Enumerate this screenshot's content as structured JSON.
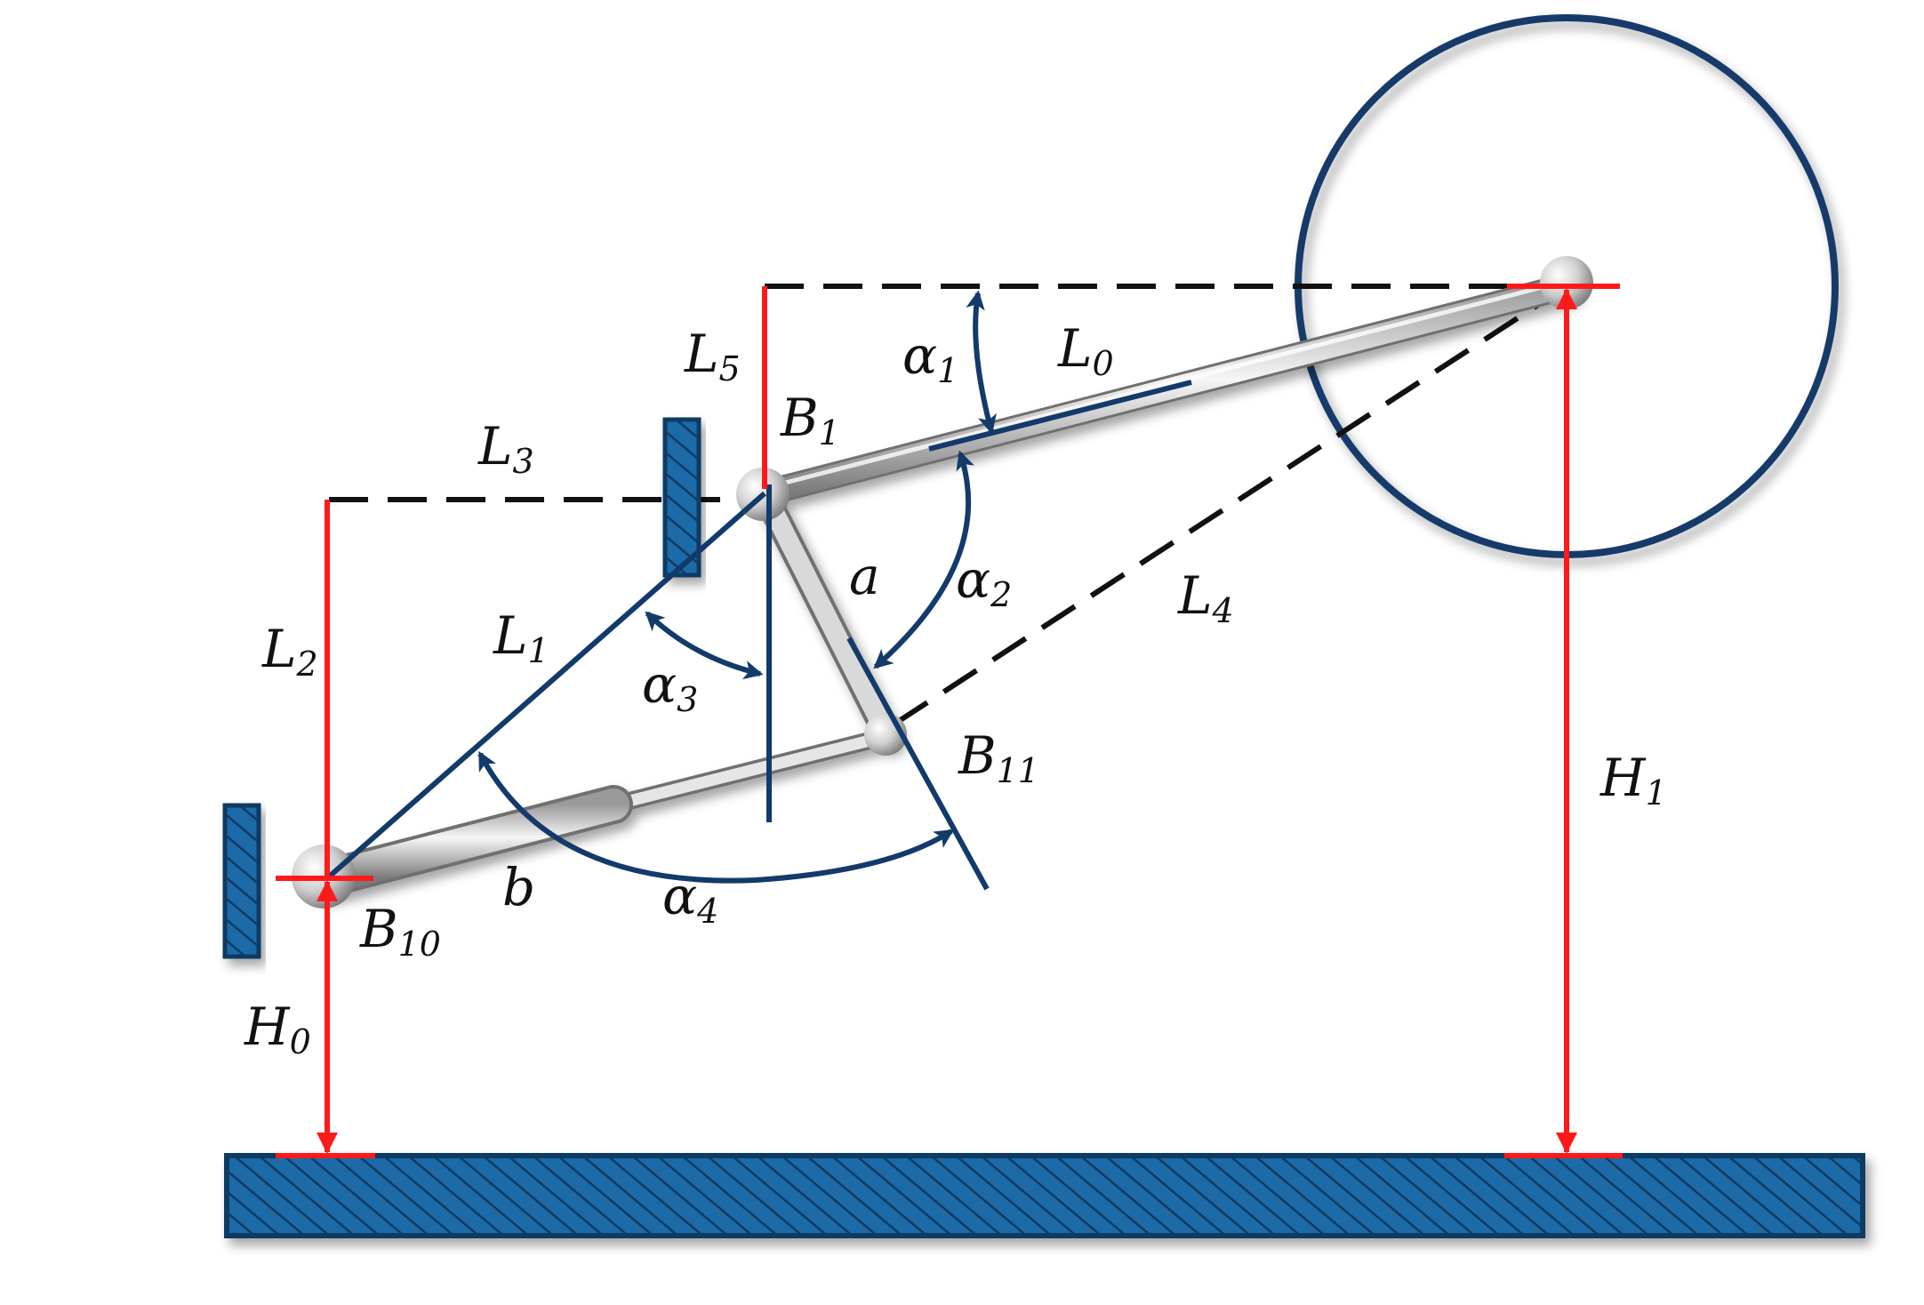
{
  "labels": {
    "L0": {
      "base": "L",
      "sub": "0"
    },
    "L1": {
      "base": "L",
      "sub": "1"
    },
    "L2": {
      "base": "L",
      "sub": "2"
    },
    "L3": {
      "base": "L",
      "sub": "3"
    },
    "L4": {
      "base": "L",
      "sub": "4"
    },
    "L5": {
      "base": "L",
      "sub": "5"
    },
    "B1": {
      "base": "B",
      "sub": "1"
    },
    "B10": {
      "base": "B",
      "sub": "10"
    },
    "B11": {
      "base": "B",
      "sub": "11"
    },
    "H0": {
      "base": "H",
      "sub": "0"
    },
    "H1": {
      "base": "H",
      "sub": "1"
    },
    "alpha1": {
      "base": "α",
      "sub": "1"
    },
    "alpha2": {
      "base": "α",
      "sub": "2"
    },
    "alpha3": {
      "base": "α",
      "sub": "3"
    },
    "alpha4": {
      "base": "α",
      "sub": "4"
    },
    "a": {
      "base": "a",
      "sub": ""
    },
    "b": {
      "base": "b",
      "sub": ""
    }
  },
  "colors": {
    "navy": "#123a6b",
    "red": "#ff1a1a",
    "hatch_fill": "#1e6aa8",
    "rod_light": "#f4f4f4",
    "rod_dark": "#8a8a8a"
  }
}
